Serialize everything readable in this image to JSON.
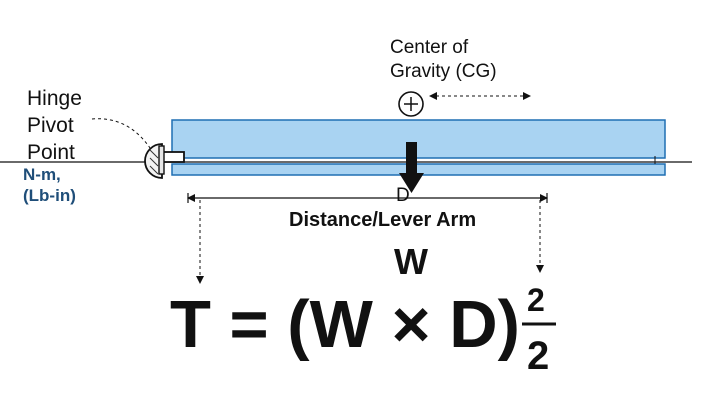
{
  "labels": {
    "hinge_line1": "Hinge",
    "hinge_line2": "Pivot",
    "hinge_line3": "Point",
    "units_line1": "N-m,",
    "units_line2": "(Lb-in)",
    "cg_line1": "Center of",
    "cg_line2": "Gravity (CG)",
    "distance_symbol": "D",
    "distance_label": "Distance/Lever Arm",
    "weight_symbol": "W"
  },
  "formula": {
    "text": "T = (W × D)",
    "numerator": "2",
    "denominator": "2"
  },
  "colors": {
    "panel_fill": "#a9d3f2",
    "panel_stroke": "#1f6fb3",
    "units_text": "#1f4e79",
    "ink": "#111111"
  },
  "icons": [
    "cg-crosshair-icon",
    "hinge-pivot-icon",
    "down-arrow-icon"
  ]
}
